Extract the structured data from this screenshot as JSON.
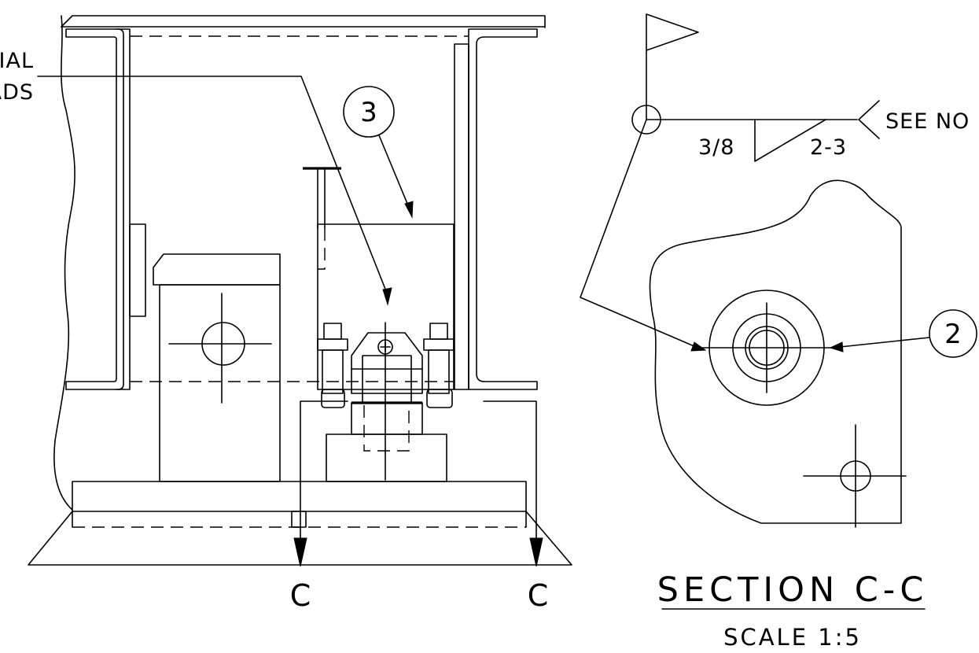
{
  "left_view": {
    "note_line1": "IAL",
    "note_line2": "ADS",
    "balloon_3": "3",
    "cut_label_left": "C",
    "cut_label_right": "C"
  },
  "section_view": {
    "balloon_2": "2",
    "weld_size": "3/8",
    "weld_pitch": "2-3",
    "weld_note": "SEE NO",
    "title": "SECTION C-C",
    "scale": "SCALE 1:5"
  }
}
